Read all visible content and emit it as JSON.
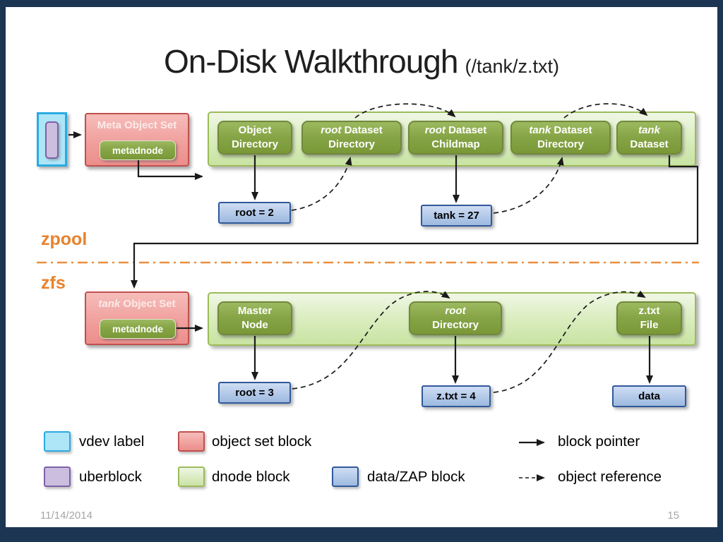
{
  "title": {
    "main": "On-Disk Walkthrough",
    "suffix": "(/tank/z.txt)"
  },
  "sections": {
    "zpool": "zpool",
    "zfs": "zfs"
  },
  "zpool": {
    "object_set": {
      "title_i": "",
      "title_r": "Meta Object Set",
      "button": "metadnode"
    },
    "dnodes": [
      {
        "l1i": "",
        "l1r": "Object",
        "l2r": "Directory"
      },
      {
        "l1i": "root",
        "l1r": " Dataset",
        "l2r": "Directory"
      },
      {
        "l1i": "root",
        "l1r": " Dataset",
        "l2r": "Childmap"
      },
      {
        "l1i": "tank",
        "l1r": " Dataset",
        "l2r": "Directory"
      },
      {
        "l1i": "tank",
        "l1r": "",
        "l2r": "Dataset"
      }
    ],
    "zaps": [
      "root = 2",
      "tank = 27"
    ]
  },
  "zfs": {
    "object_set": {
      "title_i": "tank",
      "title_r": " Object Set",
      "button": "metadnode"
    },
    "dnodes": [
      {
        "l1i": "",
        "l1r": "Master",
        "l2r": "Node"
      },
      {
        "l1i": "root",
        "l1r": "",
        "l2r": "Directory"
      },
      {
        "l1i": "",
        "l1r": "z.txt",
        "l2r": "File"
      }
    ],
    "zaps": [
      "root = 3",
      "z.txt = 4",
      "data"
    ]
  },
  "legend": {
    "swatches": [
      {
        "label": "vdev label"
      },
      {
        "label": "object set block"
      },
      {
        "label": "uberblock"
      },
      {
        "label": "dnode block"
      },
      {
        "label": "data/ZAP block"
      }
    ],
    "pointers": [
      {
        "label": "block pointer"
      },
      {
        "label": "object reference"
      }
    ]
  },
  "footer": {
    "date": "11/14/2014",
    "page": "15"
  },
  "colors": {
    "frame": "#1C3553",
    "accent_orange": "#E8822D",
    "cyan_border": "#29ABE2",
    "cyan_fill": "#AEE6F8",
    "purple_border": "#7E61A8",
    "purple_fill": "#CBBEDF",
    "pink_border": "#C0504D",
    "pink_fill": "#F0A09D",
    "green_border": "#9BBB59",
    "green_fill": "#DCEEC2",
    "dark_green_button": "#85A445",
    "blue_border": "#30599B",
    "blue_fill": "#B3C9E9"
  }
}
